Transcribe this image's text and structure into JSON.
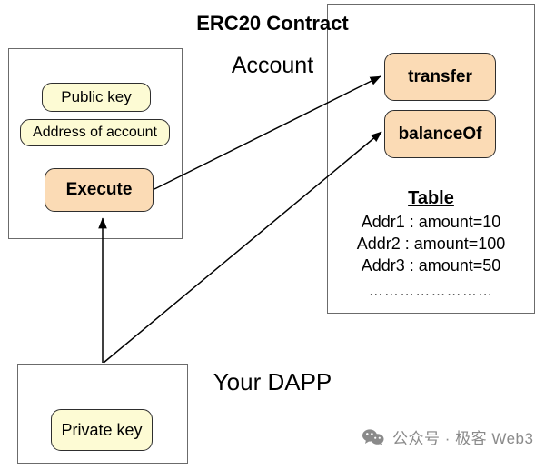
{
  "diagram": {
    "account": {
      "title": "Account",
      "nodes": {
        "public_key": "Public key",
        "address": "Address of account",
        "execute": "Execute"
      }
    },
    "erc20": {
      "title": "ERC20 Contract",
      "methods": {
        "transfer": "transfer",
        "balance_of": "balanceOf"
      },
      "table": {
        "heading": "Table",
        "rows": [
          "Addr1 : amount=10",
          "Addr2 : amount=100",
          "Addr3 : amount=50"
        ],
        "ellipsis": "……………………"
      }
    },
    "dapp": {
      "title": "Your DAPP",
      "nodes": {
        "private_key": "Private key"
      }
    },
    "edges": [
      {
        "from": "dapp",
        "to": "execute",
        "label": ""
      },
      {
        "from": "execute",
        "to": "transfer",
        "label": ""
      },
      {
        "from": "dapp",
        "to": "balanceOf",
        "label": ""
      }
    ],
    "colors": {
      "key_node_fill": "#fdfbd4",
      "action_node_fill": "#fbdbb5",
      "node_stroke": "#2e2e2e",
      "container_stroke": "#6b6b6b",
      "edge_stroke": "#000000",
      "watermark": "#8a8a8a",
      "background": "#ffffff"
    }
  },
  "watermark": {
    "icon": "wechat-icon",
    "text": "公众号 · 极客 Web3"
  }
}
